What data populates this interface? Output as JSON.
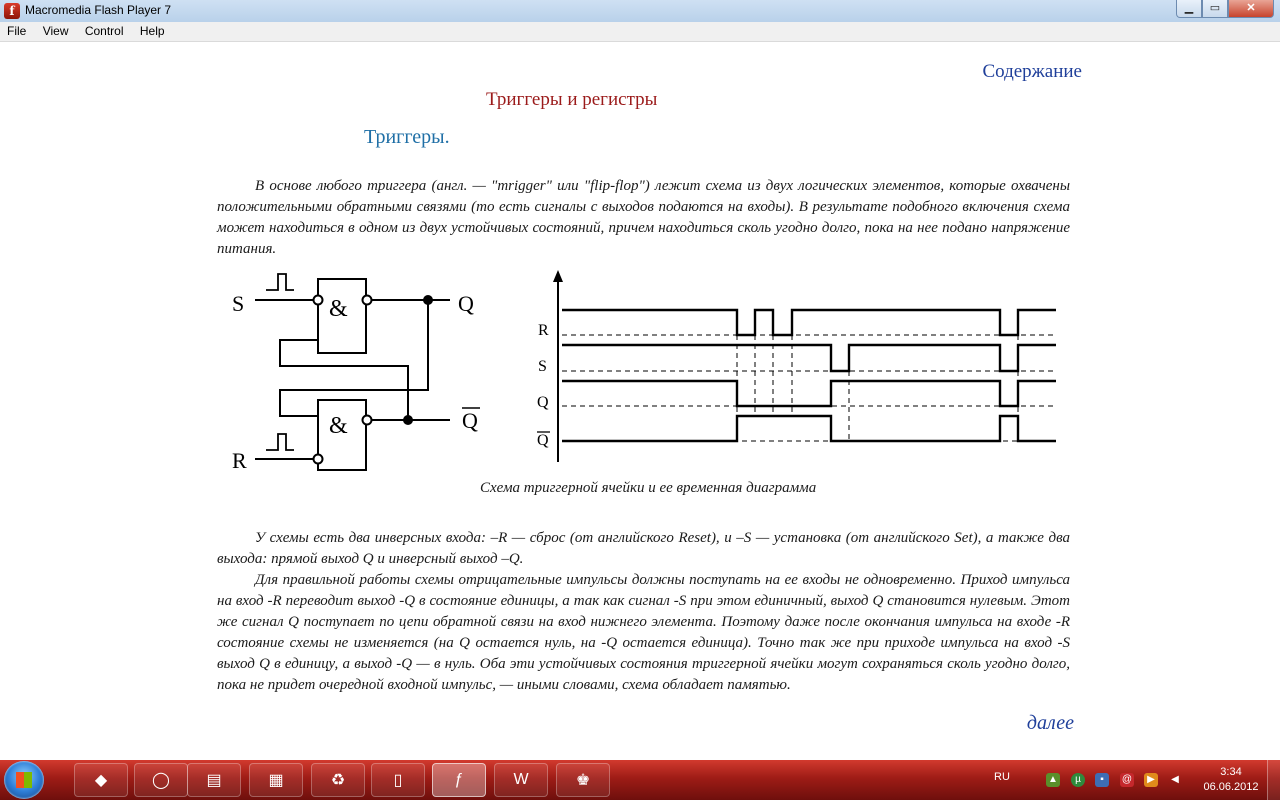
{
  "window": {
    "title": "Macromedia Flash Player 7",
    "minimize": "▁",
    "maximize": "▭",
    "close": "✕"
  },
  "menu": [
    "File",
    "View",
    "Control",
    "Help"
  ],
  "content": {
    "toc_link": "Содержание",
    "heading": "Триггеры и регистры",
    "subheading": "Триггеры.",
    "paragraph1": "В основе любого триггера (англ. — \"mrigger\" или \"flip-flop\") лежит схема из двух логических элементов, которые охвачены положительными обратными связями (то есть сигналы с выходов подаются на входы). В результате подобного включения схема может находиться в одном из двух устойчивых состояний, причем находиться сколь угодно долго, пока на нее подано напряжение питания.",
    "caption": "Схема триггерной ячейки и ее временная диаграмма",
    "paragraph2": "У схемы есть два инверсных входа: –R — сброс (от английского Reset), и –S — установка (от английского Set), а также два выхода: прямой выход Q и инверсный выход –Q.",
    "paragraph3": "Для правильной работы схемы отрицательные импульсы должны поступать на ее входы не одновременно. Приход импульса на вход -R переводит выход -Q в состояние единицы, а так как сигнал -S при этом единичный, выход Q становится нулевым. Этот же сигнал Q поступает по цепи обратной связи на вход нижнего элемента. Поэтому даже после окончания импульса на входе -R состояние схемы не изменяется (на Q остается нуль, на -Q остается единица). Точно так же при приходе импульса на вход -S выход Q в единицу, а выход -Q — в нуль. Оба эти устойчивых состояния триггерной ячейки могут сохраняться сколь угодно долго, пока не придет очередной входной импульс, — иными словами, схема обладает памятью.",
    "next_link": "далее"
  },
  "circuit": {
    "input_s": "S",
    "input_r": "R",
    "output_q": "Q",
    "output_qbar": "Q",
    "gate_symbol": "&"
  },
  "timing": {
    "labels": [
      "R",
      "S",
      "Q",
      "Q"
    ]
  },
  "taskbar": {
    "language": "RU",
    "time": "3:34",
    "date": "06.06.2012",
    "apps": [
      "acrobat-icon",
      "opera-icon",
      "explorer-icon",
      "task-manager-icon",
      "recycle-icon",
      "document-icon",
      "flash-icon",
      "word-icon",
      "game-icon"
    ]
  }
}
